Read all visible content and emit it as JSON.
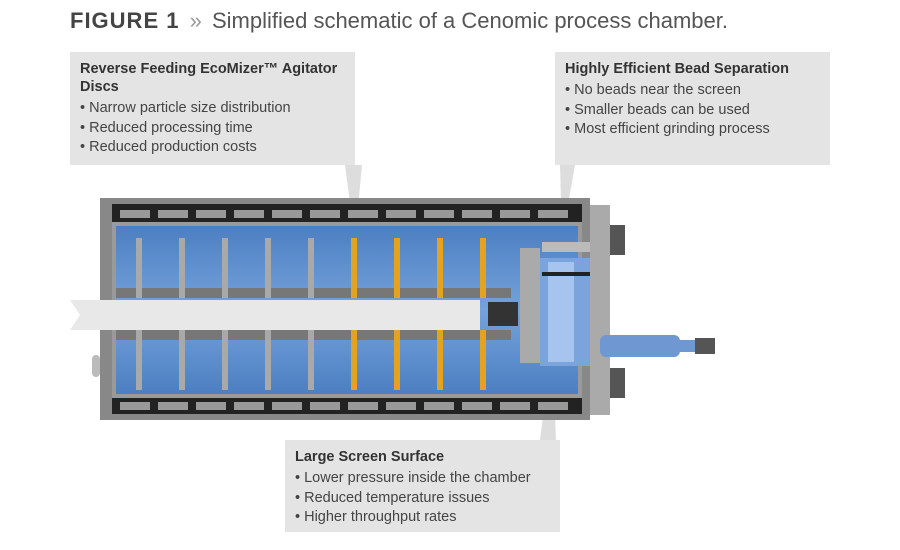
{
  "figure_label": "FIGURE 1",
  "figure_separator": "»",
  "caption": "Simplified schematic of a Cenomic process chamber.",
  "callouts": [
    {
      "title": "Reverse Feeding EcoMizer™ Agitator Discs",
      "items": [
        "Narrow particle size distribution",
        "Reduced processing time",
        "Reduced production costs"
      ]
    },
    {
      "title": "Highly Efficient Bead Separation",
      "items": [
        "No beads near the screen",
        "Smaller beads can be used",
        "Most efficient grinding process"
      ]
    },
    {
      "title": "Large Screen Surface",
      "items": [
        "Lower pressure inside the chamber",
        "Reduced temperature issues",
        "Higher throughput rates"
      ]
    }
  ],
  "colors": {
    "chamber_blue": "#5b8fd0",
    "disc_gray": "#a9a9a9",
    "disc_orange": "#e3a321",
    "callout_bg": "#e4e4e4"
  }
}
